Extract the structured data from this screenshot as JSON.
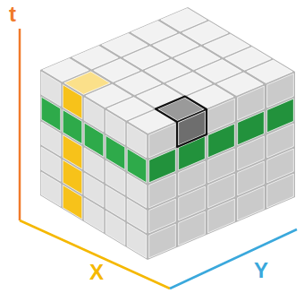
{
  "diagram": {
    "labels": [
      "t",
      "X",
      "Y"
    ]
  }
}
